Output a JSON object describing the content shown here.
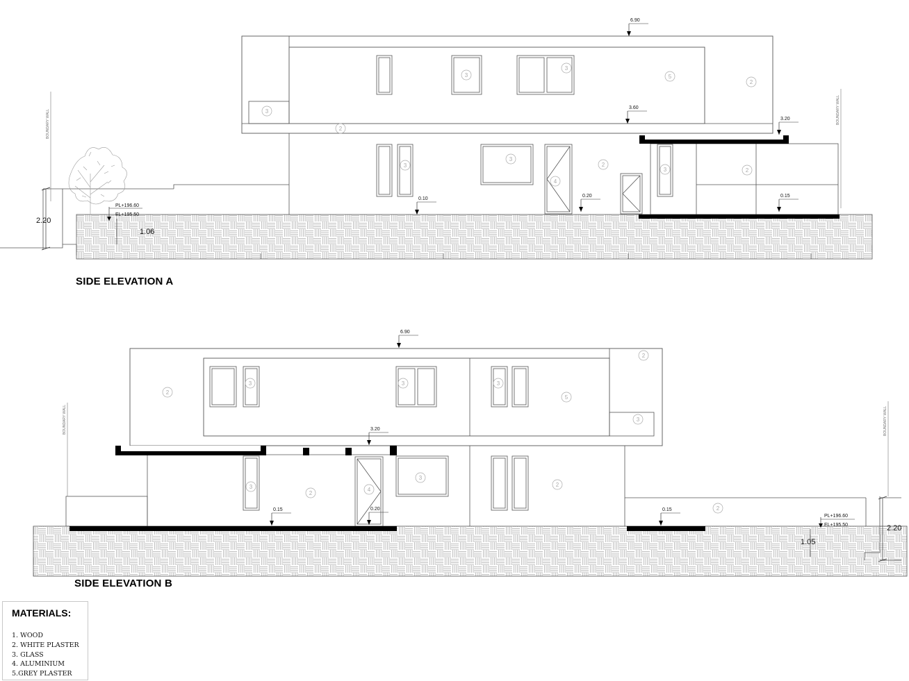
{
  "elevation_a": {
    "title": "SIDE ELEVATION A",
    "levels": {
      "top": "6.90",
      "mid": "3.60",
      "canopy": "3.20",
      "ground": "0.10",
      "door": "0.20",
      "terrace": "0.15"
    },
    "wall_height": "2.20",
    "step": "1.06",
    "pl": "PL+196.60",
    "el": "EL+195.50",
    "boundary": "BOUNDARY WALL"
  },
  "elevation_b": {
    "title": "SIDE ELEVATION B",
    "levels": {
      "top": "6.90",
      "canopy": "3.20",
      "ground": "0.15",
      "door": "0.20",
      "terrace": "0.15"
    },
    "wall_height": "2.20",
    "step": "1.05",
    "pl": "PL+196.60",
    "el": "EL+195.50",
    "boundary": "BOUNDARY WALL"
  },
  "materials": {
    "title": "MATERIALS:",
    "items": [
      "1. WOOD",
      "2. WHITE PLASTER",
      "3. GLASS",
      "4. ALUMINIUM",
      "5.GREY PLASTER"
    ]
  },
  "tags": {
    "white_plaster": "2",
    "glass": "3",
    "aluminium": "4",
    "grey_plaster": "5"
  }
}
